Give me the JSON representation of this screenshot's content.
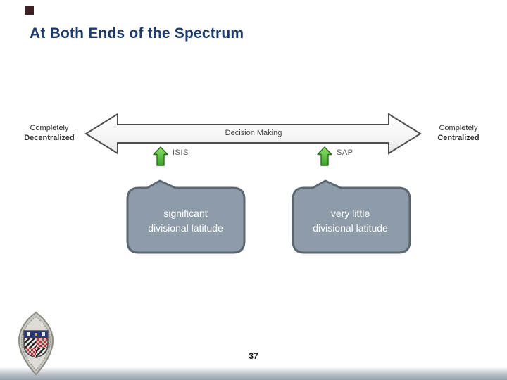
{
  "slide": {
    "title": "At Both Ends of the Spectrum",
    "page_number": "37"
  },
  "spectrum": {
    "axis_label": "Decision Making",
    "left_end": {
      "line1": "Completely",
      "line2": "Decentralized"
    },
    "right_end": {
      "line1": "Completely",
      "line2": "Centralized"
    },
    "markers": [
      {
        "label": "ISIS"
      },
      {
        "label": "SAP"
      }
    ]
  },
  "callouts": [
    {
      "line1": "significant",
      "line2": "divisional latitude"
    },
    {
      "line1": "very little",
      "line2": "divisional latitude"
    }
  ],
  "icons": {
    "spectrum_arrow": "double-headed-horizontal-arrow",
    "marker_arrow": "green-up-arrow",
    "logo": "university-crest-seal"
  },
  "colors": {
    "title": "#1c3a6a",
    "corner_square": "#3d2023",
    "arrow_fill_top": "#ffffff",
    "arrow_fill_bottom": "#e3e3e3",
    "arrow_border": "#4d4d4d",
    "marker_green_light": "#8ce065",
    "marker_green_dark": "#3aa32a",
    "marker_green_border": "#2d6b1e",
    "callout_fill": "#8e9ca9",
    "callout_border": "#5b6770",
    "callout_text": "#ffffff",
    "footer_bar_top": "#fbfbfc",
    "footer_bar_bottom": "#97a1ac",
    "seal_blue": "#27397b",
    "seal_red": "#b23c3c"
  }
}
